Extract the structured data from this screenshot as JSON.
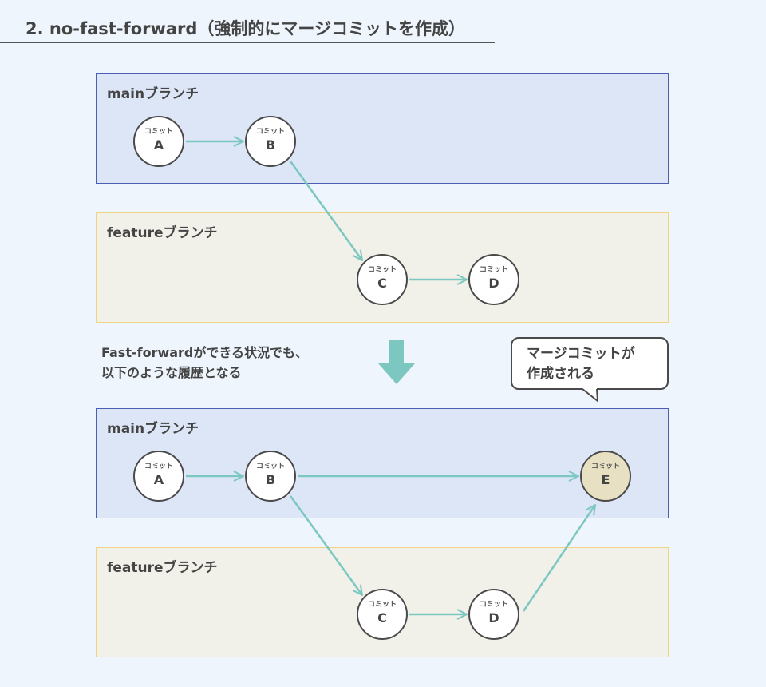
{
  "header": {
    "title": "2. no-fast-forward（強制的にマージコミットを作成）"
  },
  "colors": {
    "background": "#eef5fc",
    "main_lane_fill": "#dde6f7",
    "main_lane_border": "#4a5fb3",
    "feature_lane_fill": "#f1f1e9",
    "feature_lane_border": "#f0d483",
    "arrow": "#7cc7c0",
    "merge_commit_fill": "#e8e0c3"
  },
  "before": {
    "main_label": "mainブランチ",
    "feature_label": "featureブランチ",
    "commits": [
      {
        "word": "コミット",
        "id": "A"
      },
      {
        "word": "コミット",
        "id": "B"
      },
      {
        "word": "コミット",
        "id": "C"
      },
      {
        "word": "コミット",
        "id": "D"
      }
    ]
  },
  "transition": {
    "line1": "Fast-forwardができる状況でも、",
    "line2": "以下のような履歴となる",
    "arrow_icon": "down-arrow-icon"
  },
  "callout": {
    "line1": "マージコミットが",
    "line2": "作成される"
  },
  "after": {
    "main_label": "mainブランチ",
    "feature_label": "featureブランチ",
    "commits": [
      {
        "word": "コミット",
        "id": "A"
      },
      {
        "word": "コミット",
        "id": "B"
      },
      {
        "word": "コミット",
        "id": "E"
      },
      {
        "word": "コミット",
        "id": "C"
      },
      {
        "word": "コミット",
        "id": "D"
      }
    ]
  }
}
